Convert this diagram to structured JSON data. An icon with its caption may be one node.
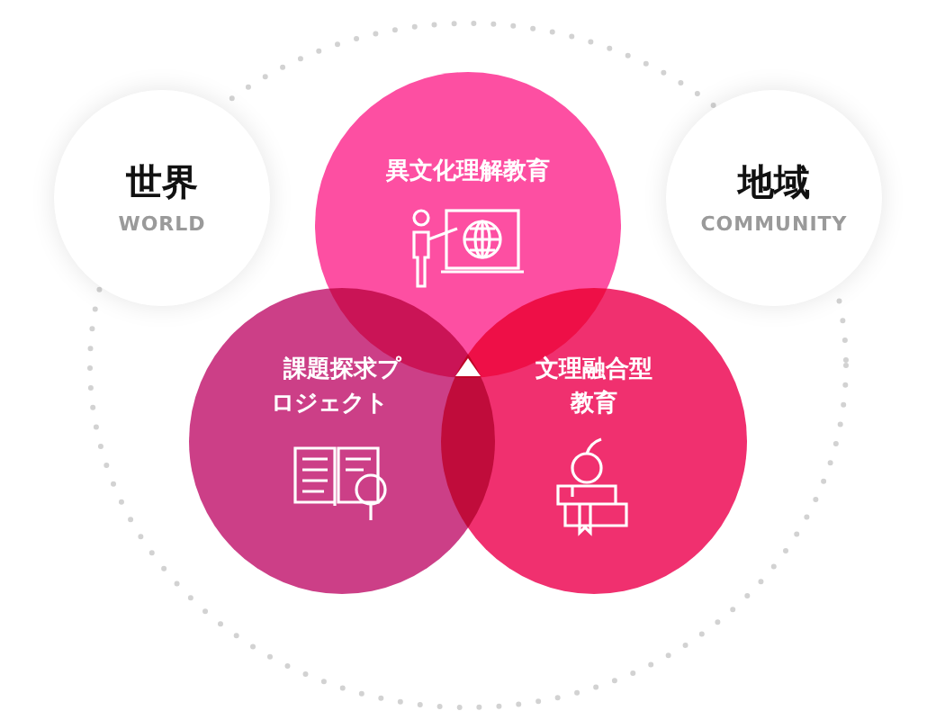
{
  "diagram": {
    "nodes": [
      {
        "text": [
          "世界",
          "WORLD"
        ]
      },
      {
        "text": [
          "地域",
          "COMMUNITY"
        ]
      },
      {
        "text": [
          "異文化理解教育"
        ]
      },
      {
        "text": [
          "課題探求プロジェクト"
        ]
      },
      {
        "text": [
          "文理融合型教育"
        ]
      }
    ]
  }
}
